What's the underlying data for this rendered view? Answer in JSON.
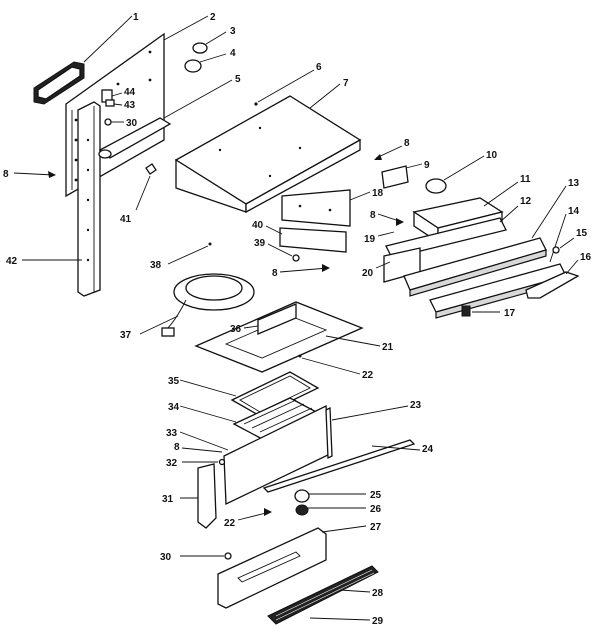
{
  "diagram": {
    "labels": [
      {
        "id": "1",
        "text": "1"
      },
      {
        "id": "2",
        "text": "2"
      },
      {
        "id": "3",
        "text": "3"
      },
      {
        "id": "4",
        "text": "4"
      },
      {
        "id": "5",
        "text": "5"
      },
      {
        "id": "6",
        "text": "6"
      },
      {
        "id": "7",
        "text": "7"
      },
      {
        "id": "8a",
        "text": "8"
      },
      {
        "id": "8b",
        "text": "8"
      },
      {
        "id": "8c",
        "text": "8"
      },
      {
        "id": "8d",
        "text": "8"
      },
      {
        "id": "8e",
        "text": "8"
      },
      {
        "id": "9",
        "text": "9"
      },
      {
        "id": "10",
        "text": "10"
      },
      {
        "id": "11",
        "text": "11"
      },
      {
        "id": "12",
        "text": "12"
      },
      {
        "id": "13",
        "text": "13"
      },
      {
        "id": "14",
        "text": "14"
      },
      {
        "id": "15",
        "text": "15"
      },
      {
        "id": "16",
        "text": "16"
      },
      {
        "id": "17",
        "text": "17"
      },
      {
        "id": "18",
        "text": "18"
      },
      {
        "id": "19",
        "text": "19"
      },
      {
        "id": "20",
        "text": "20"
      },
      {
        "id": "21",
        "text": "21"
      },
      {
        "id": "22a",
        "text": "22"
      },
      {
        "id": "22b",
        "text": "22"
      },
      {
        "id": "23",
        "text": "23"
      },
      {
        "id": "24",
        "text": "24"
      },
      {
        "id": "25",
        "text": "25"
      },
      {
        "id": "26",
        "text": "26"
      },
      {
        "id": "27",
        "text": "27"
      },
      {
        "id": "28",
        "text": "28"
      },
      {
        "id": "29",
        "text": "29"
      },
      {
        "id": "30a",
        "text": "30"
      },
      {
        "id": "30b",
        "text": "30"
      },
      {
        "id": "31",
        "text": "31"
      },
      {
        "id": "32",
        "text": "32"
      },
      {
        "id": "33",
        "text": "33"
      },
      {
        "id": "34",
        "text": "34"
      },
      {
        "id": "35",
        "text": "35"
      },
      {
        "id": "36",
        "text": "36"
      },
      {
        "id": "37",
        "text": "37"
      },
      {
        "id": "38",
        "text": "38"
      },
      {
        "id": "39",
        "text": "39"
      },
      {
        "id": "40",
        "text": "40"
      },
      {
        "id": "41",
        "text": "41"
      },
      {
        "id": "42",
        "text": "42"
      },
      {
        "id": "43",
        "text": "43"
      },
      {
        "id": "44",
        "text": "44"
      }
    ]
  }
}
